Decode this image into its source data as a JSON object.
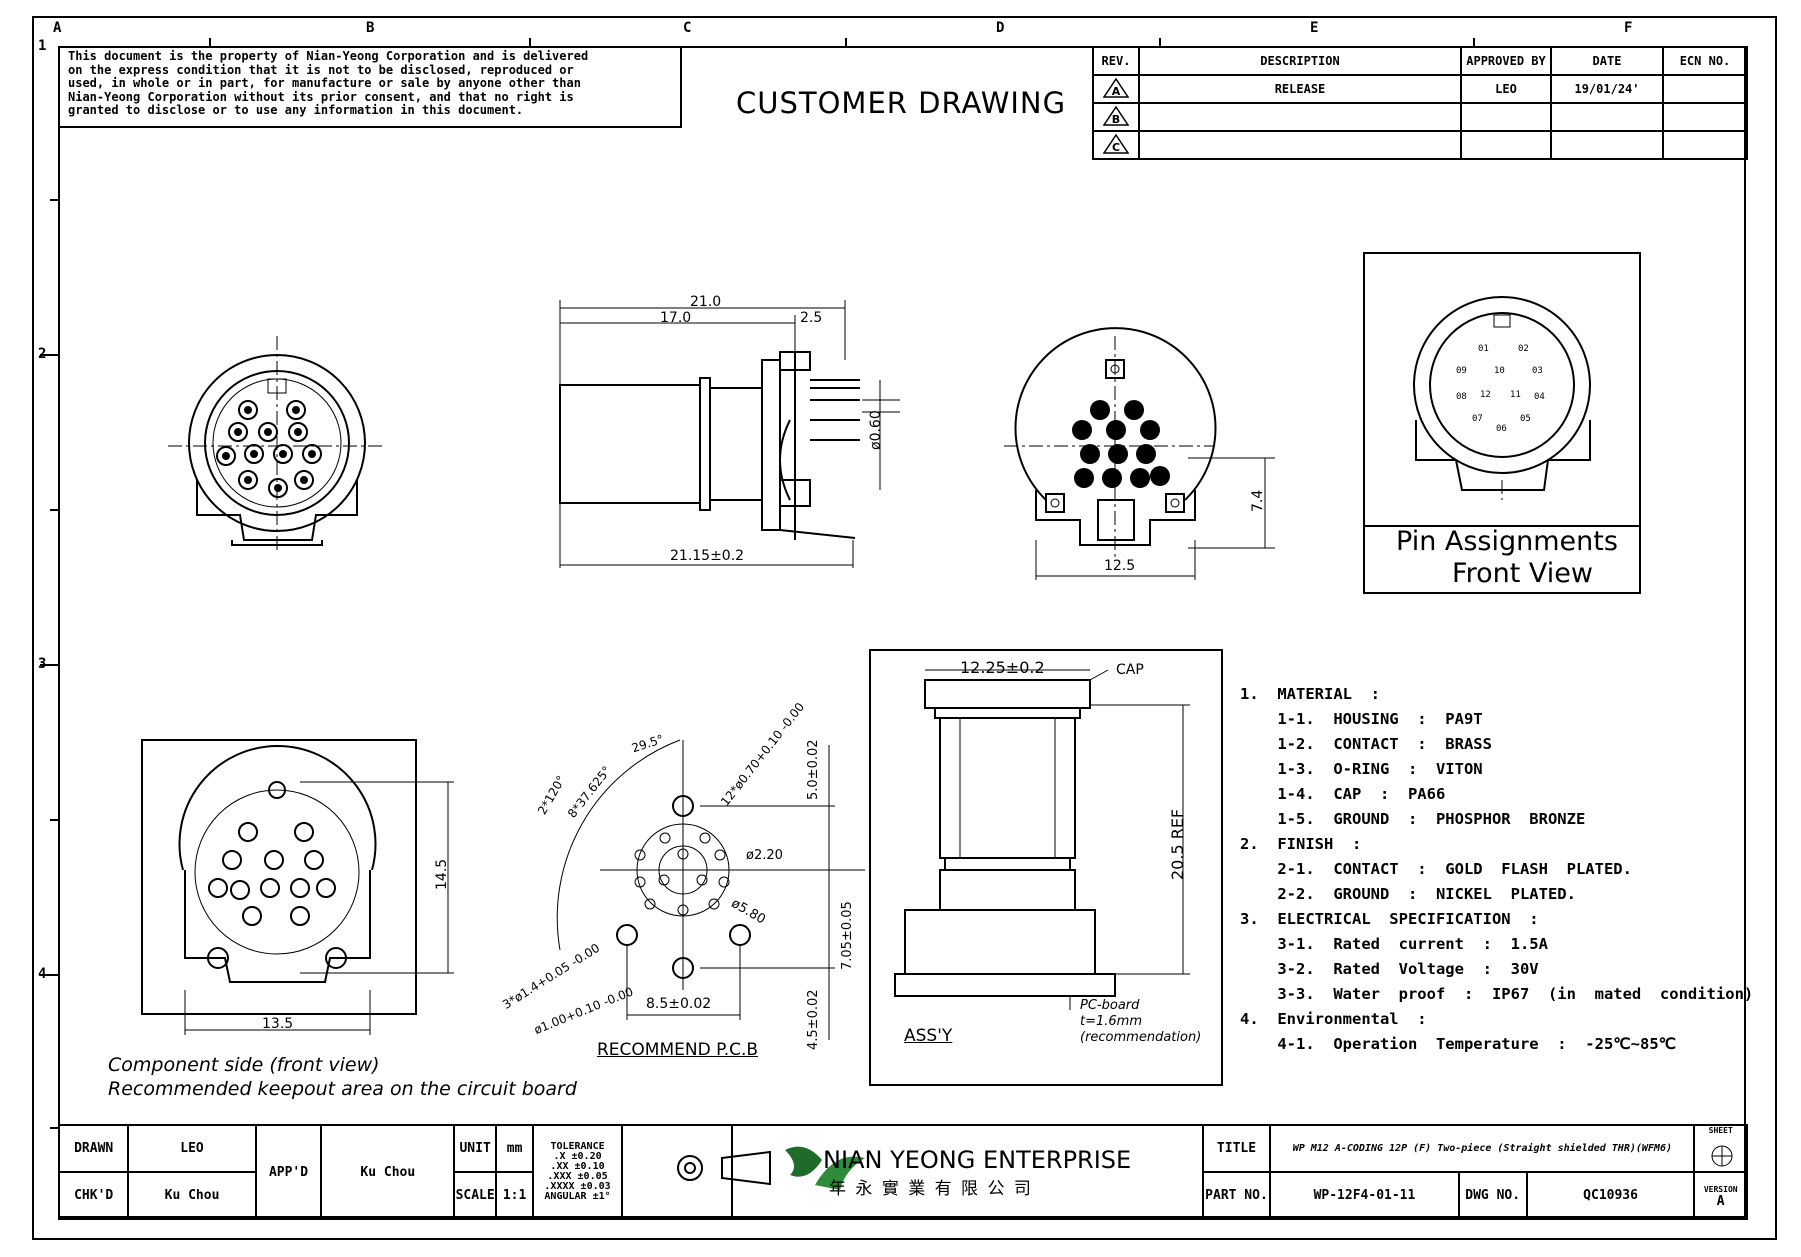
{
  "zones": {
    "cols": [
      "A",
      "B",
      "C",
      "D",
      "E",
      "F"
    ],
    "rows": [
      "1",
      "2",
      "3",
      "4"
    ]
  },
  "notice": [
    "This document is the property of Nian-Yeong Corporation and is delivered",
    "on  the  express condition that it is not to be disclosed, reproduced or",
    "used, in whole or in part, for manufacture or sale by anyone other than",
    "Nian-Yeong Corporation without  its prior consent, and that  no right  is",
    "granted to disclose or to use any information in this  document."
  ],
  "title": "CUSTOMER  DRAWING",
  "revision_table": {
    "headers": [
      "REV.",
      "DESCRIPTION",
      "APPROVED BY",
      "DATE",
      "ECN NO."
    ],
    "rows": [
      {
        "rev": "A",
        "description": "RELEASE",
        "approved": "LEO",
        "date": "19/01/24'",
        "ecn": ""
      },
      {
        "rev": "B",
        "description": "",
        "approved": "",
        "date": "",
        "ecn": ""
      },
      {
        "rev": "C",
        "description": "",
        "approved": "",
        "date": "",
        "ecn": ""
      }
    ]
  },
  "dimensions": {
    "side_total": "21.0",
    "side_body": "17.0",
    "side_flange": "2.5",
    "side_pin": "ø0.60",
    "side_overall": "21.15±0.2",
    "rear_height": "7.4",
    "rear_width": "12.5",
    "keepout_height": "14.5",
    "keepout_width": "13.5",
    "pcb_angle_2": "2*120°",
    "pcb_angle_8": "8*37.625°",
    "pcb_angle_a": "29.5°",
    "pcb_hole_12": "12*ø0.70+0.10 -0.00",
    "pcb_d1": "ø2.20",
    "pcb_d2": "ø5.80",
    "pcb_hole_3": "3*ø1.4+0.05 -0.00",
    "pcb_hole_1": "ø1.00+0.10 -0.00",
    "pcb_width": "8.5±0.02",
    "pcb_v1": "5.0±0.02",
    "pcb_v2": "7.05±0.05",
    "pcb_v3": "4.5±0.02",
    "assy_width": "12.25±0.2",
    "assy_height": "20.5 REF"
  },
  "labels": {
    "pin_assign_1": "Pin  Assignments",
    "pin_assign_2": "Front  View",
    "keepout_1": "Component side  (front  view)",
    "keepout_2": "Recommended  keepout  area  on  the  circuit  board",
    "recommend_pcb": "RECOMMEND  P.C.B",
    "assy": "ASS'Y",
    "cap": "CAP",
    "pcboard_1": "PC-board",
    "pcboard_2": "t=1.6mm",
    "pcboard_3": "(recommendation)"
  },
  "pin_numbers": [
    "01",
    "02",
    "03",
    "04",
    "05",
    "06",
    "07",
    "08",
    "09",
    "10",
    "11",
    "12"
  ],
  "notes": [
    "1.  MATERIAL  :",
    "    1-1.  HOUSING  :  PA9T",
    "    1-2.  CONTACT  :  BRASS",
    "    1-3.  O-RING  :  VITON",
    "    1-4.  CAP  :  PA66",
    "    1-5.  GROUND  :  PHOSPHOR  BRONZE",
    "2.  FINISH  :",
    "    2-1.  CONTACT  :  GOLD  FLASH  PLATED.",
    "    2-2.  GROUND  :  NICKEL  PLATED.",
    "3.  ELECTRICAL  SPECIFICATION  :",
    "    3-1.  Rated  current  :  1.5A",
    "    3-2.  Rated  Voltage  :  30V",
    "    3-3.  Water  proof  :  IP67  (in  mated  condition)",
    "4.  Environmental  :",
    "    4-1.  Operation  Temperature  :  -25℃~85℃"
  ],
  "title_block": {
    "drawn_label": "DRAWN",
    "drawn_value": "LEO",
    "chkd_label": "CHK'D",
    "chkd_value": "Ku Chou",
    "appd_label": "APP'D",
    "appd_value": "Ku Chou",
    "unit_label": "UNIT",
    "unit_value": "mm",
    "scale_label": "SCALE",
    "scale_value": "1:1",
    "tolerance_label": "TOLERANCE",
    "tol_rows": [
      {
        "k": ".X",
        "v": "±0.20"
      },
      {
        "k": ".XX",
        "v": "±0.10"
      },
      {
        "k": ".XXX",
        "v": "±0.05"
      },
      {
        "k": ".XXXX",
        "v": "±0.03"
      }
    ],
    "angular_label": "ANGULAR",
    "angular_value": "±1°",
    "company_en": "NIAN YEONG ENTERPRISE",
    "company_zh": "年 永 實 業 有 限 公 司",
    "title_label": "TITLE",
    "title_value": "WP M12 A-CODING 12P (F) Two-piece (Straight shielded THR)(WFM6)",
    "partno_label": "PART NO.",
    "partno_value": "WP-12F4-01-11",
    "dwgno_label": "DWG NO.",
    "dwgno_value": "QC10936",
    "sheet_label": "SHEET",
    "version_label": "VERSION",
    "version_value": "A"
  }
}
